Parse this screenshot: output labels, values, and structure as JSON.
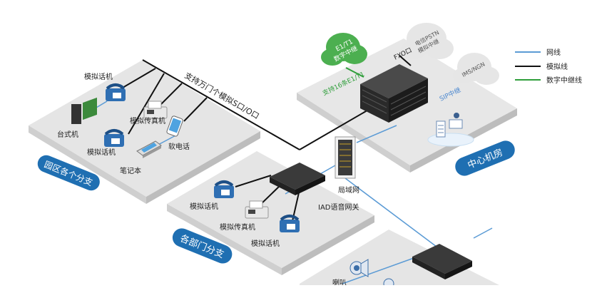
{
  "legend": {
    "items": [
      {
        "label": "网线",
        "color": "#5b9bd5"
      },
      {
        "label": "模拟线",
        "color": "#111111"
      },
      {
        "label": "数字中继线",
        "color": "#2e9e3a"
      }
    ]
  },
  "zones": {
    "campus": "园区各个分支",
    "department": "各部门分支",
    "center": "中心机房"
  },
  "labels": {
    "bus": "支持万门个模拟S口/O口",
    "campus_phone_1": "模拟话机",
    "campus_fax": "模拟传真机",
    "campus_desktop": "台式机",
    "campus_phone_2": "模拟话机",
    "campus_softphone": "软电话",
    "campus_laptop": "笔记本",
    "dept_phone_1": "模拟话机",
    "dept_fax": "模拟传真机",
    "dept_phone_2": "模拟话机",
    "iad": "IAD语音网关",
    "lan": "局域网",
    "e1_support": "支持16条E1/T1",
    "fxo": "FXO口",
    "sip": "SIP中继",
    "bottom_speaker": "喇叭"
  },
  "clouds": {
    "e1": [
      "E1/T1",
      "数字中继"
    ],
    "pstn": [
      "电信PSTN",
      "模拟中继"
    ],
    "ims": [
      "IMS/NGN"
    ]
  }
}
